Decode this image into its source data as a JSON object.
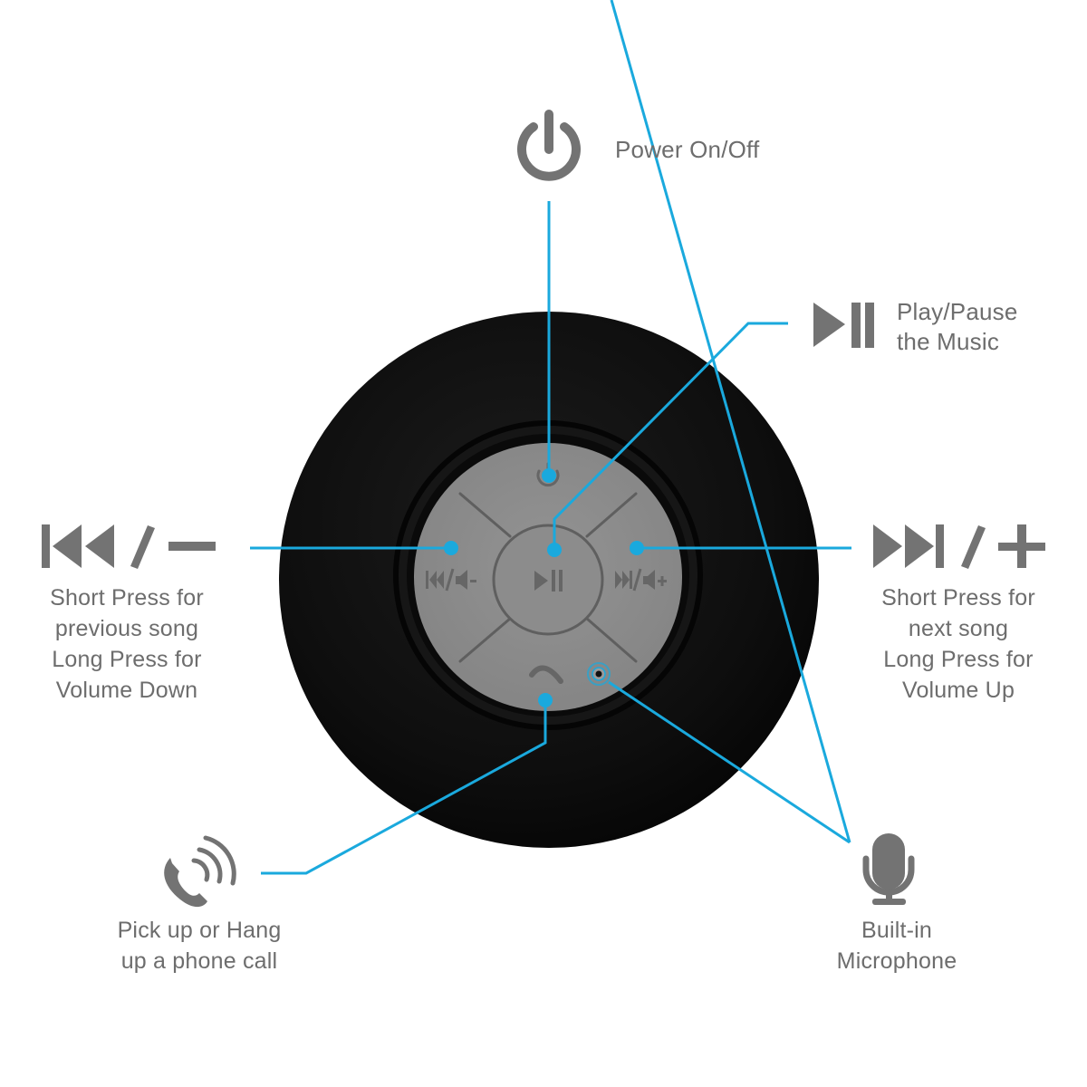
{
  "diagram": {
    "subject": "Waterproof Bluetooth shower speaker button guide",
    "accent_color": "#1aa9dd",
    "icon_color": "#737373",
    "speaker_body_color": "#0f0f0f",
    "button_panel_color": "#8a8a8a"
  },
  "callouts": {
    "power": {
      "icon": "power-icon",
      "label": "Power On/Off"
    },
    "play_pause": {
      "icon": "play-pause-icon",
      "line1": "Play/Pause",
      "line2": "the Music"
    },
    "previous": {
      "icon": "previous-track-minus-icon",
      "line1": "Short Press for",
      "line2": "previous song",
      "line3": "Long Press for",
      "line4": "Volume Down"
    },
    "next": {
      "icon": "next-track-plus-icon",
      "line1": "Short Press for",
      "line2": "next song",
      "line3": "Long Press for",
      "line4": "Volume Up"
    },
    "phone": {
      "icon": "phone-ringing-icon",
      "line1": "Pick up or Hang",
      "line2": "up a phone call"
    },
    "microphone": {
      "icon": "microphone-icon",
      "line1": "Built-in",
      "line2": "Microphone"
    }
  }
}
